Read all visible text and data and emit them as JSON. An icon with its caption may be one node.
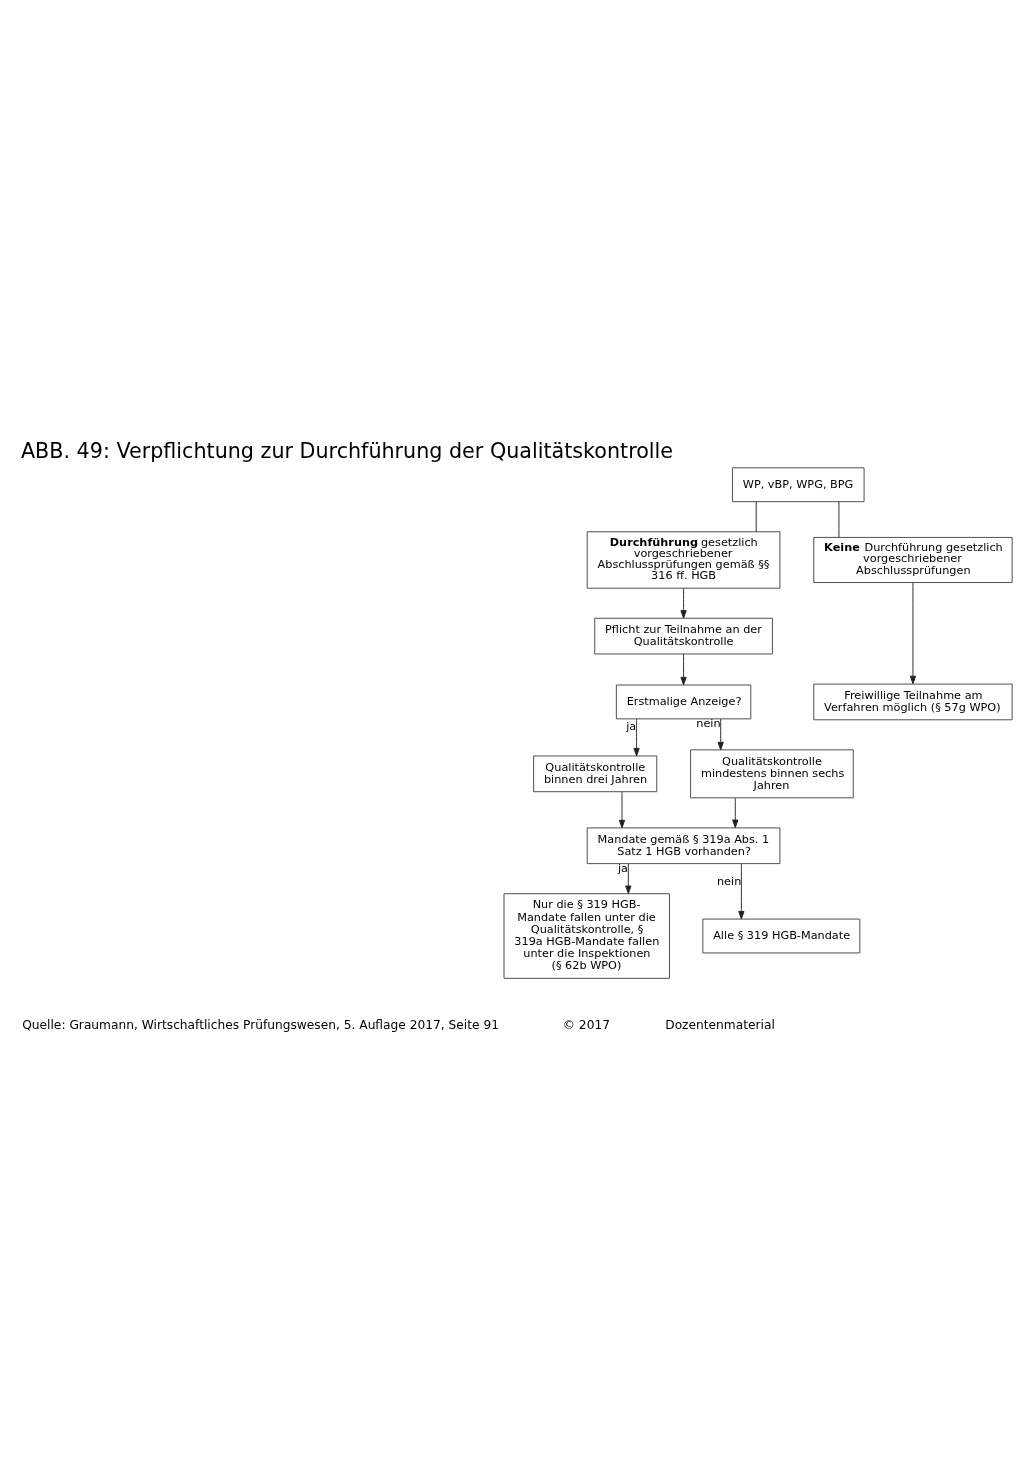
{
  "diagram": {
    "title": "ABB. 49: Verpflichtung zur Durchführung der Qualitätskontrolle",
    "nodes": [
      {
        "text": [
          "WP, vBP, WPG, BPG"
        ]
      },
      {
        "text": [
          "**Durchführung** gesetzlich vorgeschriebener Abschlussprüfungen gemäß §§ 316 ff. HGB"
        ]
      },
      {
        "text": [
          "**Keine** Durchführung gesetzlich vorgeschriebener Abschlussprüfungen"
        ]
      },
      {
        "text": [
          "Pflicht zur Teilnahme an der Qualitätskontrolle"
        ]
      },
      {
        "text": [
          "Erstmalige Anzeige?"
        ]
      },
      {
        "text": [
          "Freiwillige Teilnahme am Verfahren möglich (§ 57g WPO)"
        ]
      },
      {
        "text": [
          "Qualitätskontrolle binnen drei Jahren"
        ]
      },
      {
        "text": [
          "Qualitätskontrolle mindestens binnen sechs Jahren"
        ]
      },
      {
        "text": [
          "Mandate gemäß § 319a Abs. 1 Satz 1 HGB vorhanden?"
        ]
      },
      {
        "text": [
          "Nur die § 319 HGB-Mandate fallen unter die Qualitätskontrolle, § 319a HGB-Mandate fallen unter die Inspektionen (§ 62b WPO)"
        ]
      },
      {
        "text": [
          "Alle § 319 HGB-Mandate"
        ]
      }
    ],
    "edges": [
      {
        "from": 0,
        "to": 1,
        "arrow": "none"
      },
      {
        "from": 0,
        "to": 2,
        "arrow": "none"
      },
      {
        "from": 1,
        "to": 3,
        "arrow": "to"
      },
      {
        "from": 2,
        "to": 5,
        "arrow": "to"
      },
      {
        "from": 3,
        "to": 4,
        "arrow": "to"
      },
      {
        "from": 4,
        "to": 6,
        "arrow": "to",
        "label": "ja"
      },
      {
        "from": 4,
        "to": 7,
        "arrow": "to",
        "label": "nein"
      },
      {
        "from": 6,
        "to": 8,
        "arrow": "to"
      },
      {
        "from": 7,
        "to": 8,
        "arrow": "to"
      },
      {
        "from": 8,
        "to": 9,
        "arrow": "to",
        "label": "ja"
      },
      {
        "from": 8,
        "to": 10,
        "arrow": "to",
        "label": "nein"
      }
    ],
    "labels": [
      "Quelle: Graumann, Wirtschaftliches Prüfungswesen, 5. Auflage 2017, Seite 91",
      "© 2017",
      "Dozentenmaterial"
    ]
  }
}
